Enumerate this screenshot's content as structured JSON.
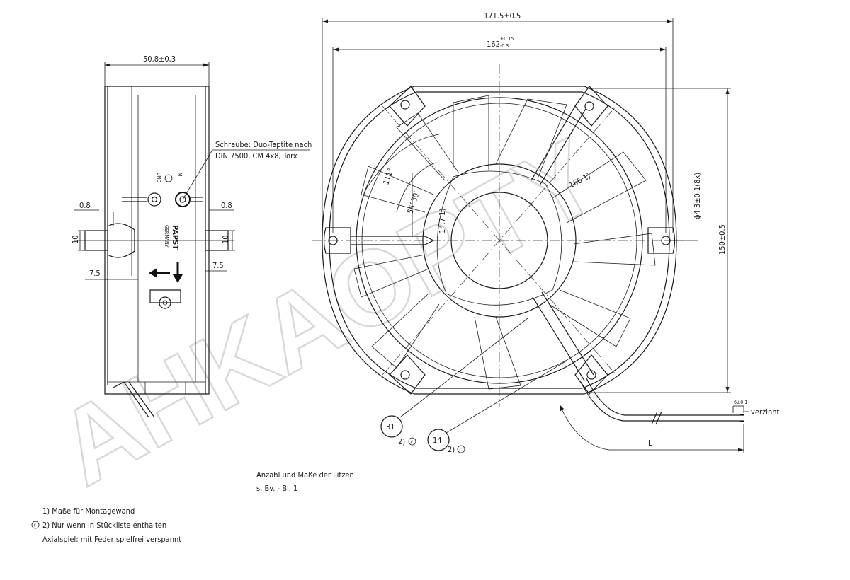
{
  "watermark": "AHKAOPTY",
  "side_view": {
    "width_dim": "50.8±0.3",
    "screw_note_line1": "Schraube: Duo-Taptite nach",
    "screw_note_line2": "DIN 7500, CM 4x8, Torx",
    "left_gap": "0.8",
    "right_gap": "0.8",
    "left_height": "10",
    "right_height": "10",
    "left_offset": "7.5",
    "right_offset": "7.5",
    "brand": "PAPST",
    "brand_sub": "GERMANY",
    "terminal_unc": "UNC",
    "terminal_m": "M"
  },
  "front_view": {
    "overall_width": "171.5±0.5",
    "inner_width": "162",
    "inner_width_tol_plus": "+0.15",
    "inner_width_tol_minus": "-0.3",
    "height": "150±0.5",
    "hole_spec": "ϕ4.3±0.1(8x)",
    "diameter_166": "166 1)",
    "diameter_147": "14.7 1)",
    "angle_111": "111°",
    "angle_55": "55°30'",
    "cable_pitch": "6±0.1",
    "tinned": "verzinnt",
    "length_label": "L"
  },
  "callouts": [
    {
      "num": "31",
      "note": "2)",
      "symbol": "c"
    },
    {
      "num": "14",
      "note": "2)",
      "symbol": "c"
    }
  ],
  "litzen_note_line1": "Anzahl und Maße der Litzen",
  "litzen_note_line2": "s. Bv. - Bl. 1",
  "footnotes": {
    "line1": "1) Maße für Montagewand",
    "line2_symbol": "c",
    "line2": "2) Nur wenn in Stückliste enthalten",
    "line3": "Axialspiel: mit Feder spielfrei verspannt"
  }
}
